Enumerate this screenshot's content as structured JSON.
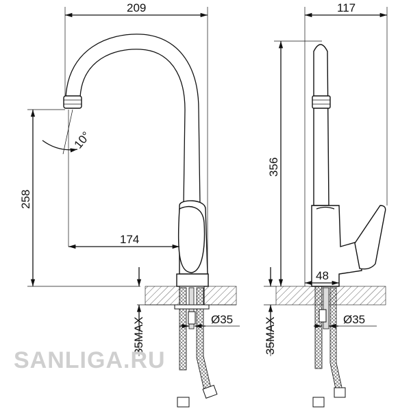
{
  "front_view": {
    "width_label": "209",
    "height_label": "258",
    "reach_label": "174",
    "angle_label": "10°",
    "diameter_label": "Ø35",
    "max_thickness_label": "35MAX"
  },
  "side_view": {
    "width_label": "117",
    "height_label": "356",
    "offset_label": "48",
    "diameter_label": "Ø35",
    "max_thickness_label": "35MAX"
  },
  "watermark": "SANLIGA.RU"
}
